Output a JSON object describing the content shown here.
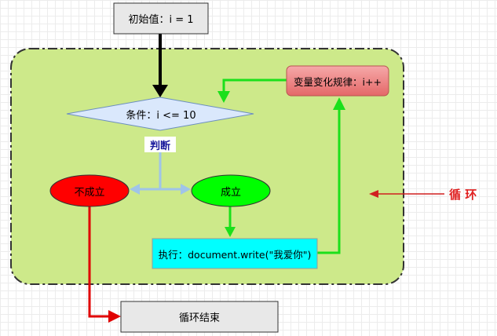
{
  "nodes": {
    "init": "初始值：i = 1",
    "condition": "条件：i <= 10",
    "judge": "判断",
    "not_true": "不成立",
    "true": "成立",
    "execute": "执行：document.write(\"我爱你\")",
    "update": "变量变化规律：i++",
    "end": "循环结束",
    "loop": "循 环"
  },
  "colors": {
    "loop_region": "#cde98a",
    "init_fill": "#e8e8e8",
    "condition_fill": "#dae8fc",
    "not_true_fill": "#ff0000",
    "true_fill": "#00ff00",
    "execute_fill": "#00ffff",
    "update_fill": "#f08080",
    "green_arrow": "#1be01b",
    "red_arrow": "#e00000",
    "blue_arrow": "#a0c4e8",
    "loop_text": "#e02020"
  }
}
